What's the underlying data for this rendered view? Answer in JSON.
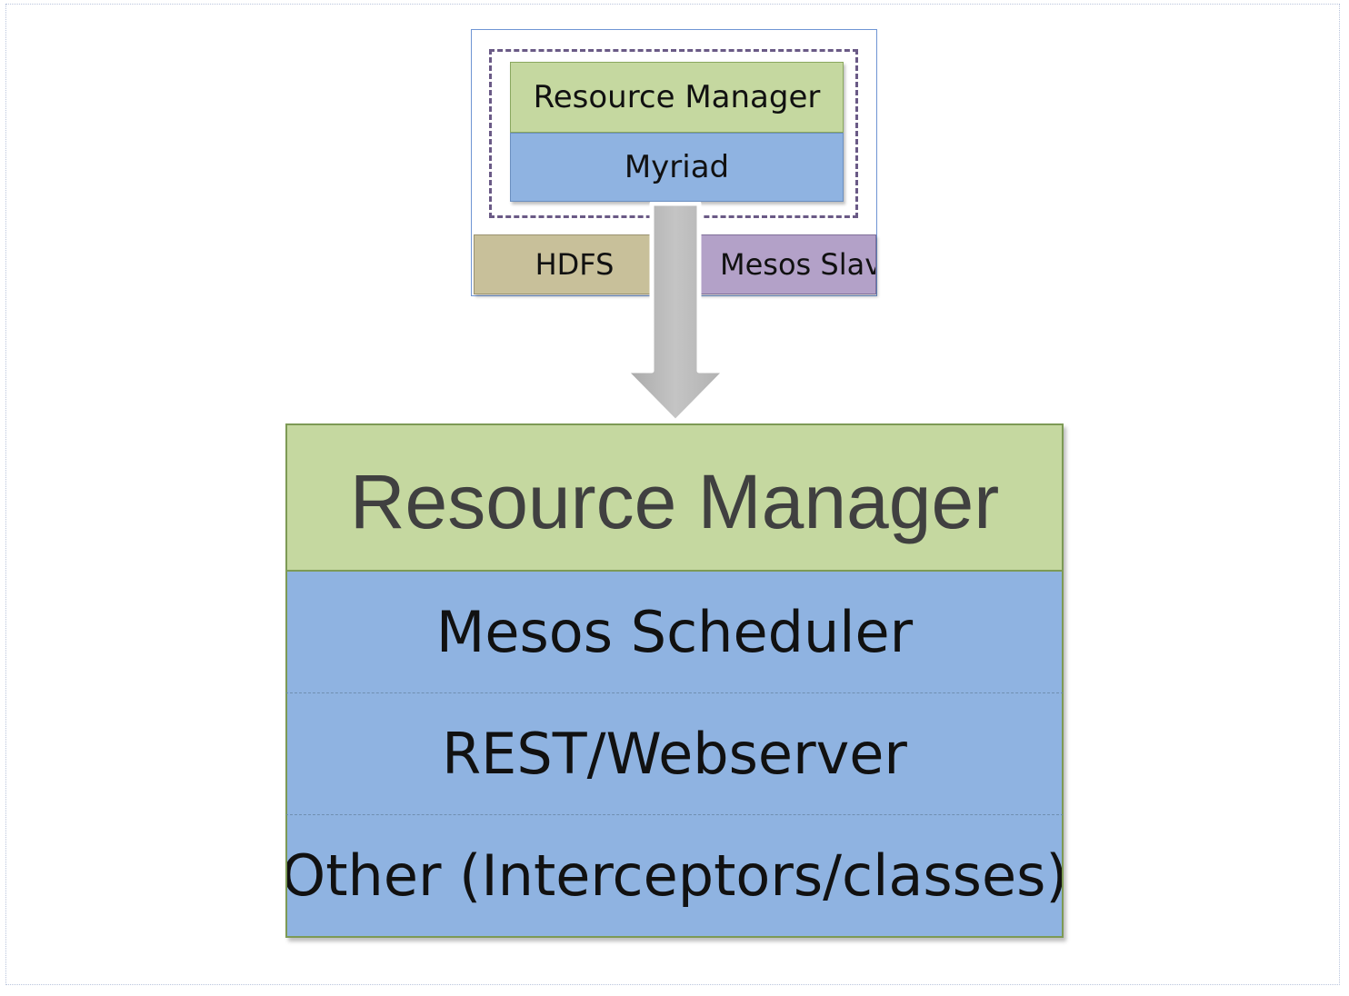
{
  "node": {
    "resource_manager_label": "Resource Manager",
    "myriad_label": "Myriad",
    "hdfs_label": "HDFS",
    "mesos_slave_label": "Mesos Slave"
  },
  "stack": {
    "resource_manager_label": "Resource Manager",
    "layers": [
      "Mesos Scheduler",
      "REST/Webserver",
      "Other (Interceptors/classes)"
    ]
  },
  "colors": {
    "resource_manager_fill": "#c5d8a0",
    "myriad_fill": "#8fb3e1",
    "hdfs_fill": "#c8c09a",
    "mesos_slave_fill": "#b3a1c8",
    "boundary_dash": "#6a5a86",
    "arrow_fill": "#bdbdbd"
  },
  "icons": {
    "arrow": "down-arrow-icon"
  }
}
